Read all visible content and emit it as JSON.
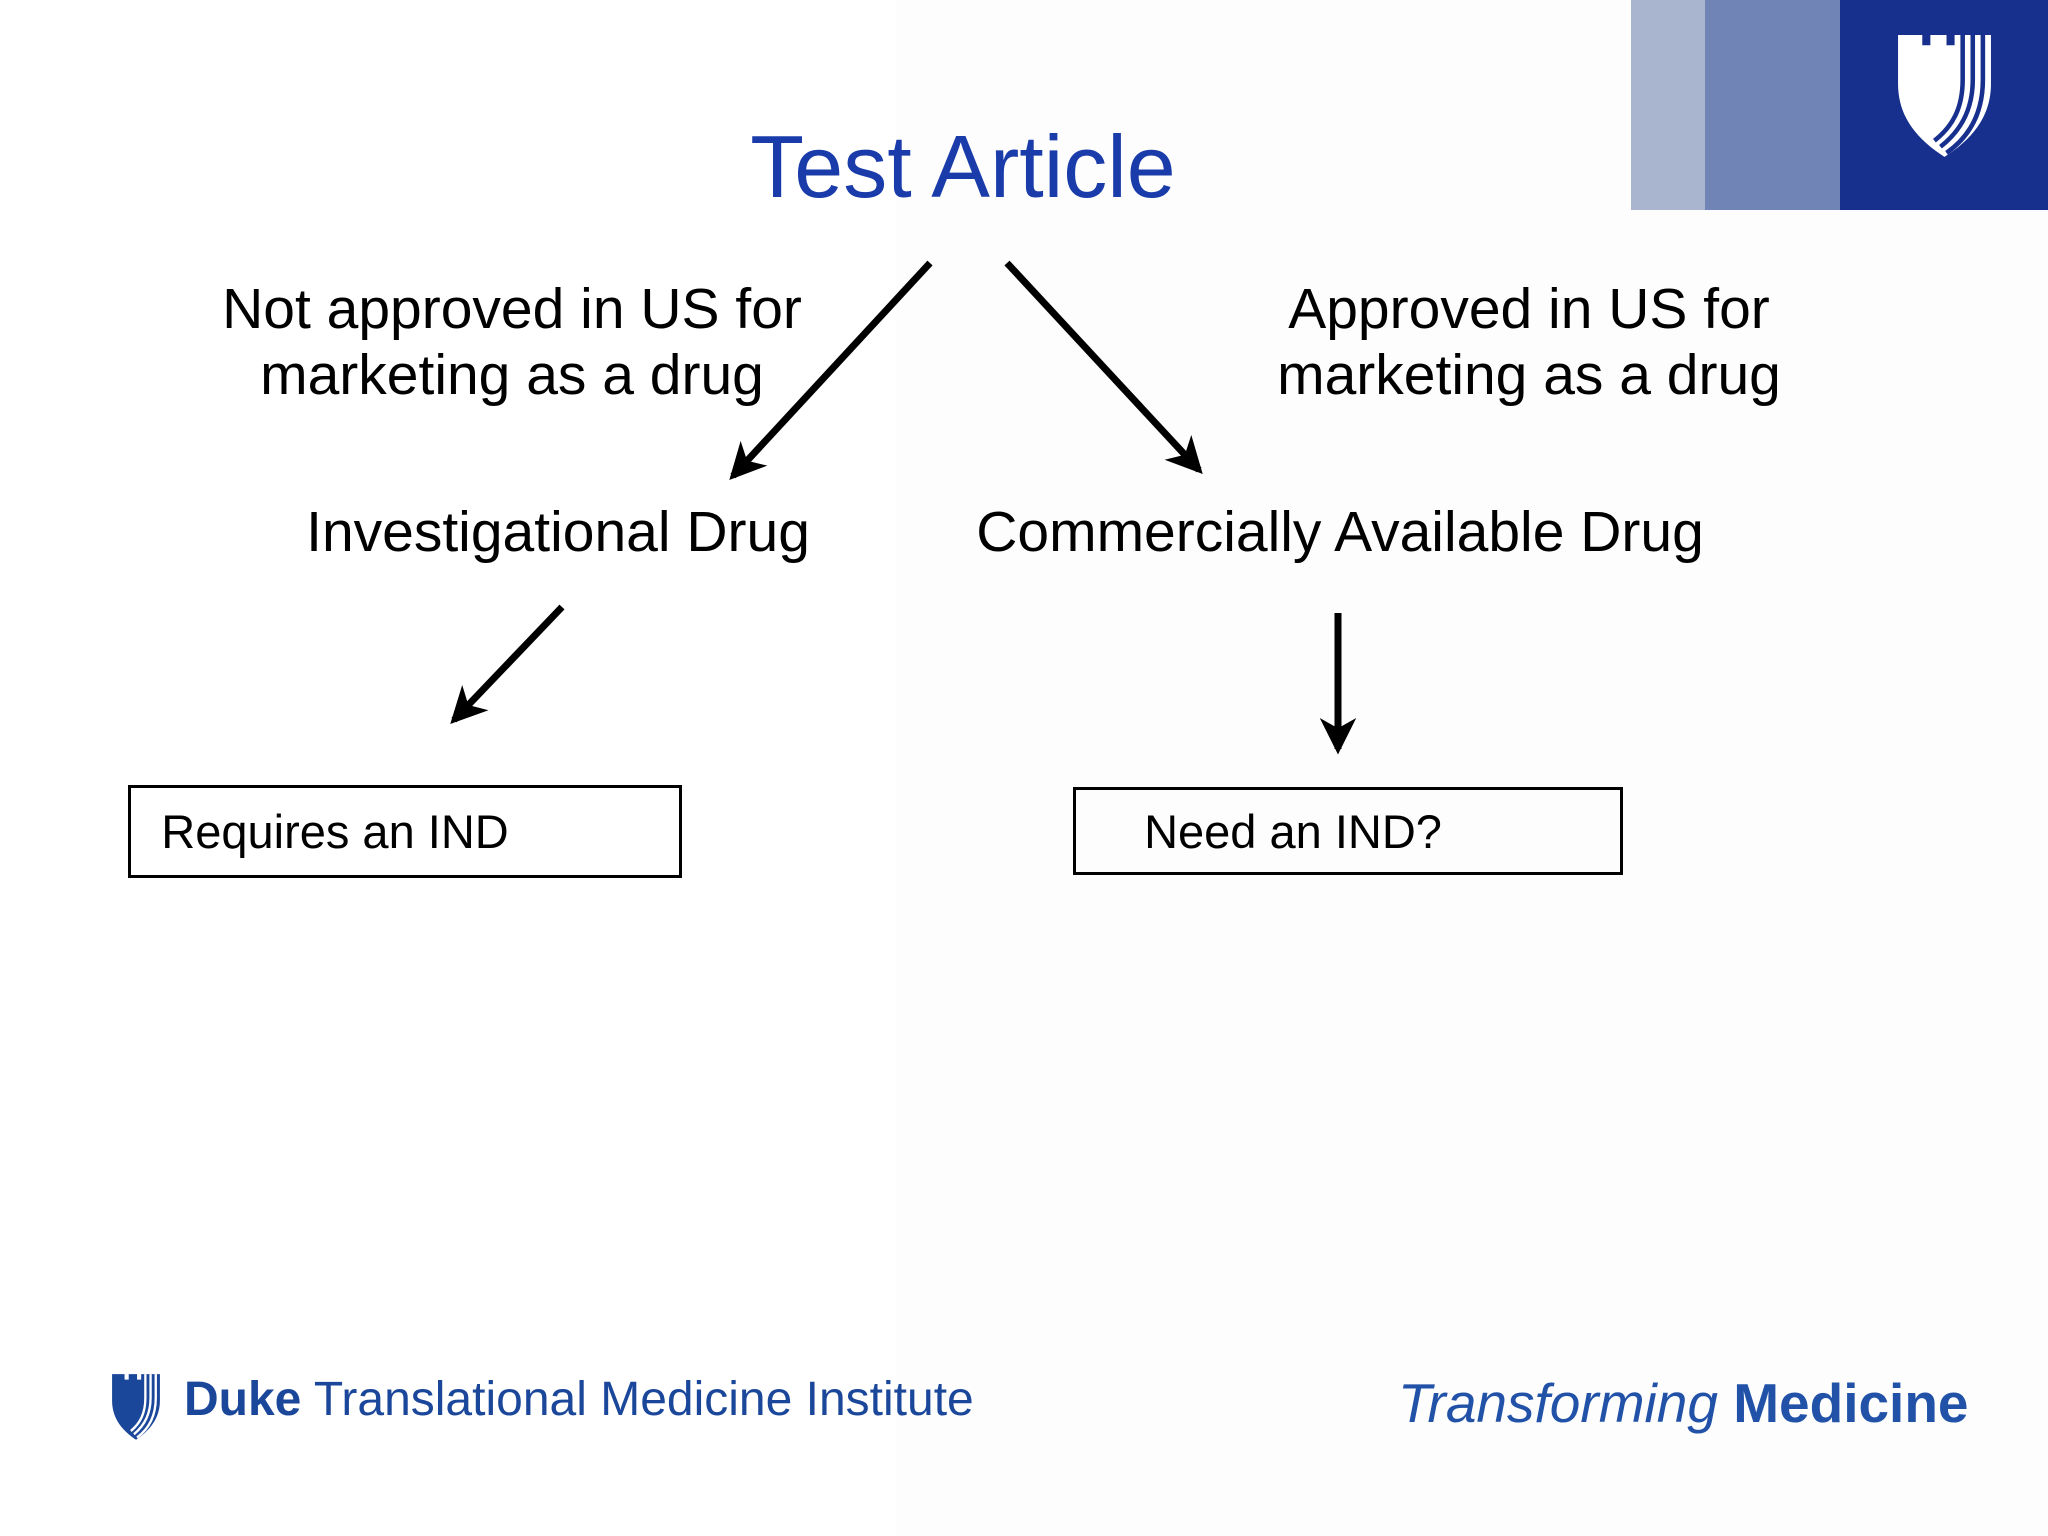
{
  "title": "Test Article",
  "branches": {
    "left": {
      "condition_lines": [
        "Not approved in US for",
        "marketing as a drug"
      ],
      "node": "Investigational Drug",
      "outcome": "Requires an IND"
    },
    "right": {
      "condition_lines": [
        "Approved in US for",
        "marketing as a drug"
      ],
      "node": "Commercially Available Drug",
      "outcome": "Need an IND?"
    }
  },
  "footer": {
    "brand_bold": "Duke",
    "brand_rest": "Translational Medicine Institute",
    "tagline_italic": "Transforming",
    "tagline_bold": "Medicine"
  },
  "icons": {
    "banner_logo": "duke-u-shield-icon",
    "footer_logo": "duke-u-shield-icon"
  },
  "colors": {
    "title": "#1a3caa",
    "body_text": "#000000",
    "banner_light": "#a9b4ce",
    "banner_medium": "#7085b5",
    "banner_navy": "#17308d",
    "footer_brand": "#1b479b",
    "footer_tagline": "#2152a8"
  }
}
